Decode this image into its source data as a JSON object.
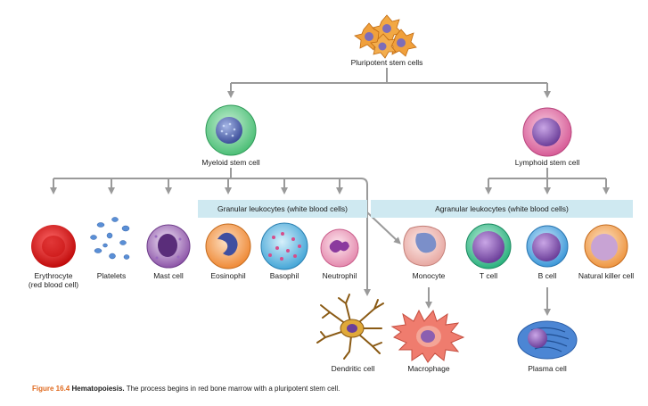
{
  "top": {
    "label": "Pluripotent stem cells"
  },
  "branches": {
    "myeloid": {
      "label": "Myeloid stem cell"
    },
    "lymphoid": {
      "label": "Lymphoid stem cell"
    }
  },
  "bands": {
    "granular": "Granular leukocytes (white blood cells)",
    "agranular": "Agranular leukocytes (white blood cells)"
  },
  "cells": {
    "erythrocyte": {
      "line1": "Erythrocyte",
      "line2": "(red blood cell)"
    },
    "platelets": "Platelets",
    "mast_cell": "Mast cell",
    "eosinophil": "Eosinophil",
    "basophil": "Basophil",
    "neutrophil": "Neutrophil",
    "monocyte": "Monocyte",
    "t_cell": "T cell",
    "b_cell": "B cell",
    "nk_cell": "Natural killer cell",
    "dendritic_cell": "Dendritic cell",
    "macrophage": "Macrophage",
    "plasma_cell": "Plasma cell"
  },
  "caption": {
    "figure": "Figure 16.4",
    "title": "Hematopoiesis.",
    "text": "The process begins in red bone marrow with a pluripotent stem cell."
  },
  "colors": {
    "arrow": "#9a9a9a",
    "band": "#cfe9f1",
    "figure_label": "#e06a1f"
  }
}
